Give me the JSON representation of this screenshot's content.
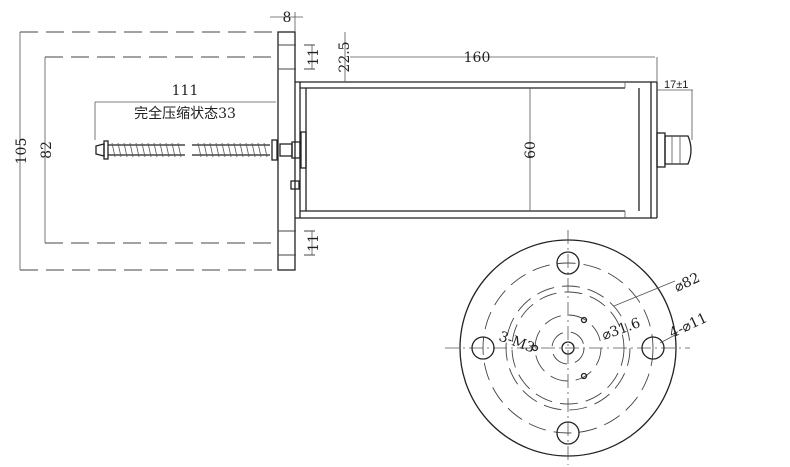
{
  "side_view": {
    "dim_flange_thickness": "8",
    "dim_overall_height": "105",
    "dim_bolt_spacing": "82",
    "dim_hole_top": "11",
    "dim_hole_bottom": "11",
    "dim_offset": "22.5",
    "dim_body_length": "160",
    "dim_body_diameter": "60",
    "dim_gland": "17±1",
    "dim_screw_length": "111",
    "note_compressed": "完全压缩状态33"
  },
  "end_view": {
    "label_m3": "3-M3",
    "label_pcd": "⌀31.6",
    "label_outer": "⌀82",
    "label_holes": "4-⌀11"
  }
}
